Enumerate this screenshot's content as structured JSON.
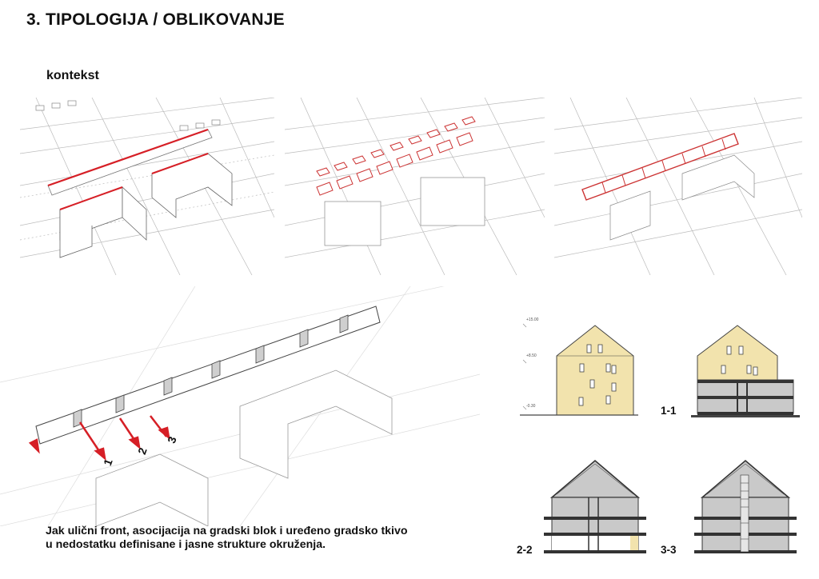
{
  "header": {
    "title": "3. TIPOLOGIJA / OBLIKOVANJE",
    "subtitle": "kontekst"
  },
  "caption": {
    "line1": "Jak ulični front, asocijacija na gradski blok i uređeno gradsko tkivo",
    "line2": "u nedostatku definisane i jasne strukture okruženja."
  },
  "markers": [
    "1",
    "2",
    "3"
  ],
  "sections": {
    "s11": "1-1",
    "s22": "2-2",
    "s33": "3-3"
  },
  "levels": [
    "+15.00",
    "+8.50",
    "-0.30"
  ],
  "colors": {
    "accent": "#d61f26",
    "facade": "#f2e3ad",
    "section_fill": "#c9c9c9"
  }
}
